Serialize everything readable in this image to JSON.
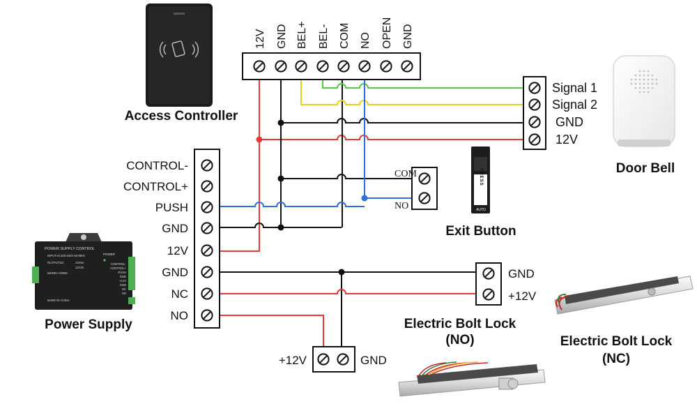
{
  "colors": {
    "red": "#e53935",
    "black": "#111111",
    "blue": "#2f6fd6",
    "green": "#58c94a",
    "yellow": "#e6d21a"
  },
  "controller": {
    "terminal_labels": [
      "12V",
      "GND",
      "BEL+",
      "BEL-",
      "COM",
      "NO",
      "OPEN",
      "GND"
    ],
    "caption": "Access Controller",
    "icon": "rfid-card-reader-icon"
  },
  "doorbell": {
    "terminal_labels": [
      "Signal 1",
      "Signal 2",
      "GND",
      "12V"
    ],
    "caption": "Door Bell",
    "icon": "door-bell-icon"
  },
  "exit_button": {
    "terminal_labels": [
      "COM",
      "NO"
    ],
    "caption": "Exit Button",
    "icon": "exit-button-icon",
    "device_text": "PRESS",
    "device_subtext": "AUTO"
  },
  "power_supply": {
    "terminal_labels": [
      "CONTROL-",
      "CONTROL+",
      "PUSH",
      "GND",
      "12V",
      "GND",
      "NC",
      "NO"
    ],
    "caption": "Power Supply",
    "icon": "power-supply-box-icon",
    "device_title": "POWER SUPPLY CONTROL",
    "device_power_label": "POWER",
    "device_lines": [
      "INPUT:AC100-240V 50-60Hz",
      "OUTPUT:DC",
      "12V5A",
      "12V3A",
      "MODEL:YD060",
      "MADE IN CHINA"
    ],
    "device_side_labels": [
      "CONTROL-",
      "CONTROL+",
      "PUSH",
      "GND",
      "+12V",
      "GND",
      "NC",
      "NO"
    ]
  },
  "lock_nc": {
    "terminal_labels": [
      "GND",
      "+12V"
    ],
    "caption_line1": "Electric Bolt Lock",
    "caption_line2": "(NC)",
    "icon": "electric-bolt-lock-nc-icon"
  },
  "lock_no": {
    "terminal_labels": [
      "+12V",
      "GND"
    ],
    "caption_line1": "Electric Bolt Lock",
    "caption_line2": "(NO)",
    "icon": "electric-bolt-lock-no-icon"
  }
}
